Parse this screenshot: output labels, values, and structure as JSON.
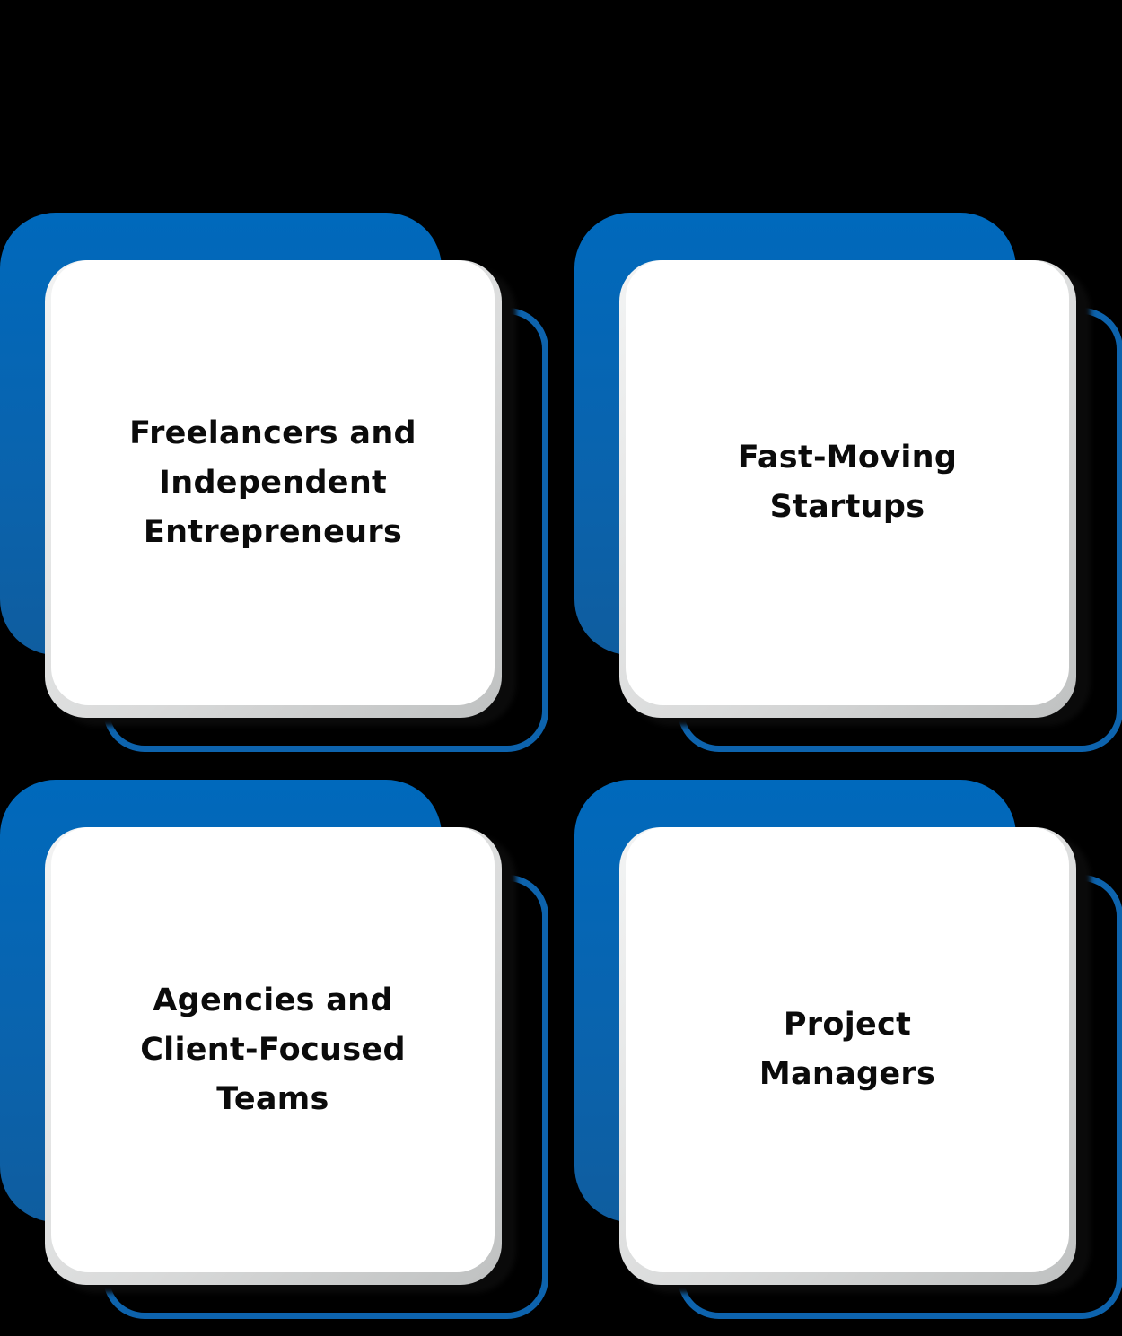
{
  "colors": {
    "background": "#000000",
    "accent_blue": "#0069bc",
    "outline_blue": "#0d63ad",
    "card_fill": "#ffffff",
    "card_bevel": "#c4c6c6",
    "text": "#0b0b0b"
  },
  "cards": [
    {
      "label": "Freelancers and\nIndependent\nEntrepreneurs"
    },
    {
      "label": "Fast-Moving\nStartups"
    },
    {
      "label": "Agencies and\nClient-Focused\nTeams"
    },
    {
      "label": "Project\nManagers"
    }
  ]
}
